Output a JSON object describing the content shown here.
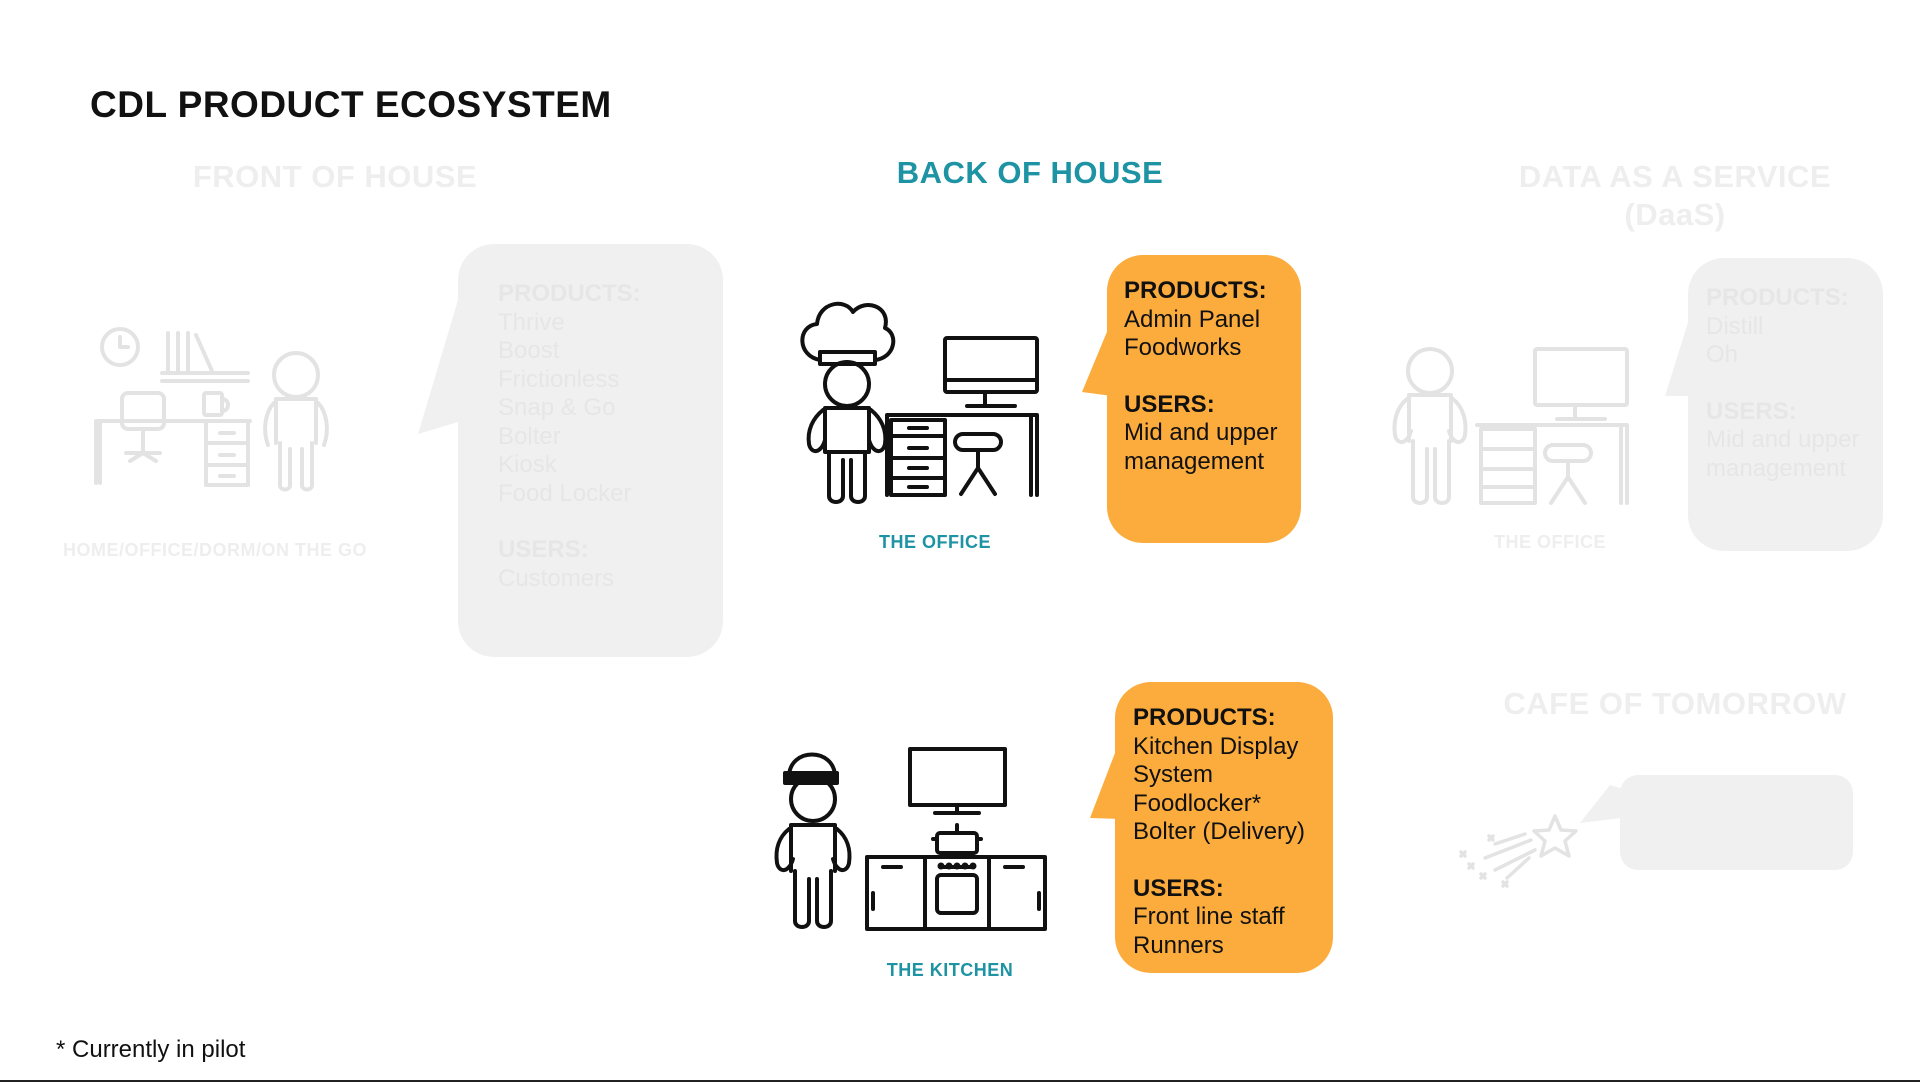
{
  "page": {
    "title": "CDL PRODUCT ECOSYSTEM",
    "footnote": "* Currently in pilot"
  },
  "sections": {
    "front_of_house": {
      "title": "FRONT OF HOUSE",
      "caption": "HOME/OFFICE/DORM/ON THE GO",
      "products_heading": "PRODUCTS:",
      "products": [
        "Thrive",
        "Boost",
        "Frictionless",
        "Snap & Go",
        "Bolter",
        "Kiosk",
        "Food Locker"
      ],
      "users_heading": "USERS:",
      "users": [
        "Customers"
      ]
    },
    "back_of_house": {
      "title": "BACK OF HOUSE",
      "office": {
        "caption": "THE OFFICE",
        "products_heading": "PRODUCTS:",
        "products": [
          "Admin Panel",
          "Foodworks"
        ],
        "users_heading": "USERS:",
        "users": [
          "Mid and upper",
          "management"
        ]
      },
      "kitchen": {
        "caption": "THE KITCHEN",
        "products_heading": "PRODUCTS:",
        "products": [
          "Kitchen Display",
          "System",
          "Foodlocker*",
          "Bolter (Delivery)"
        ],
        "users_heading": "USERS:",
        "users": [
          "Front line staff",
          "Runners"
        ]
      }
    },
    "daas": {
      "title_line1": "DATA AS A SERVICE",
      "title_line2": "(DaaS)",
      "caption": "THE OFFICE",
      "products_heading": "PRODUCTS:",
      "products": [
        "Distill",
        "Oh"
      ],
      "users_heading": "USERS:",
      "users": [
        "Mid and upper",
        "management"
      ]
    },
    "cafe_of_tomorrow": {
      "title": "CAFE OF TOMORROW"
    }
  },
  "colors": {
    "accent_teal": "#1d93a3",
    "bubble_orange": "#fbac3c",
    "faded_gray": "#eeeeee",
    "icon_dark": "#111111"
  },
  "icons": {
    "front_illustration": "home-office-desk-person-icon",
    "office_illustration": "chef-office-desk-icon",
    "kitchen_illustration": "kitchen-stove-worker-icon",
    "daas_illustration": "person-office-desk-icon",
    "cafe_illustration": "shooting-star-icon"
  }
}
